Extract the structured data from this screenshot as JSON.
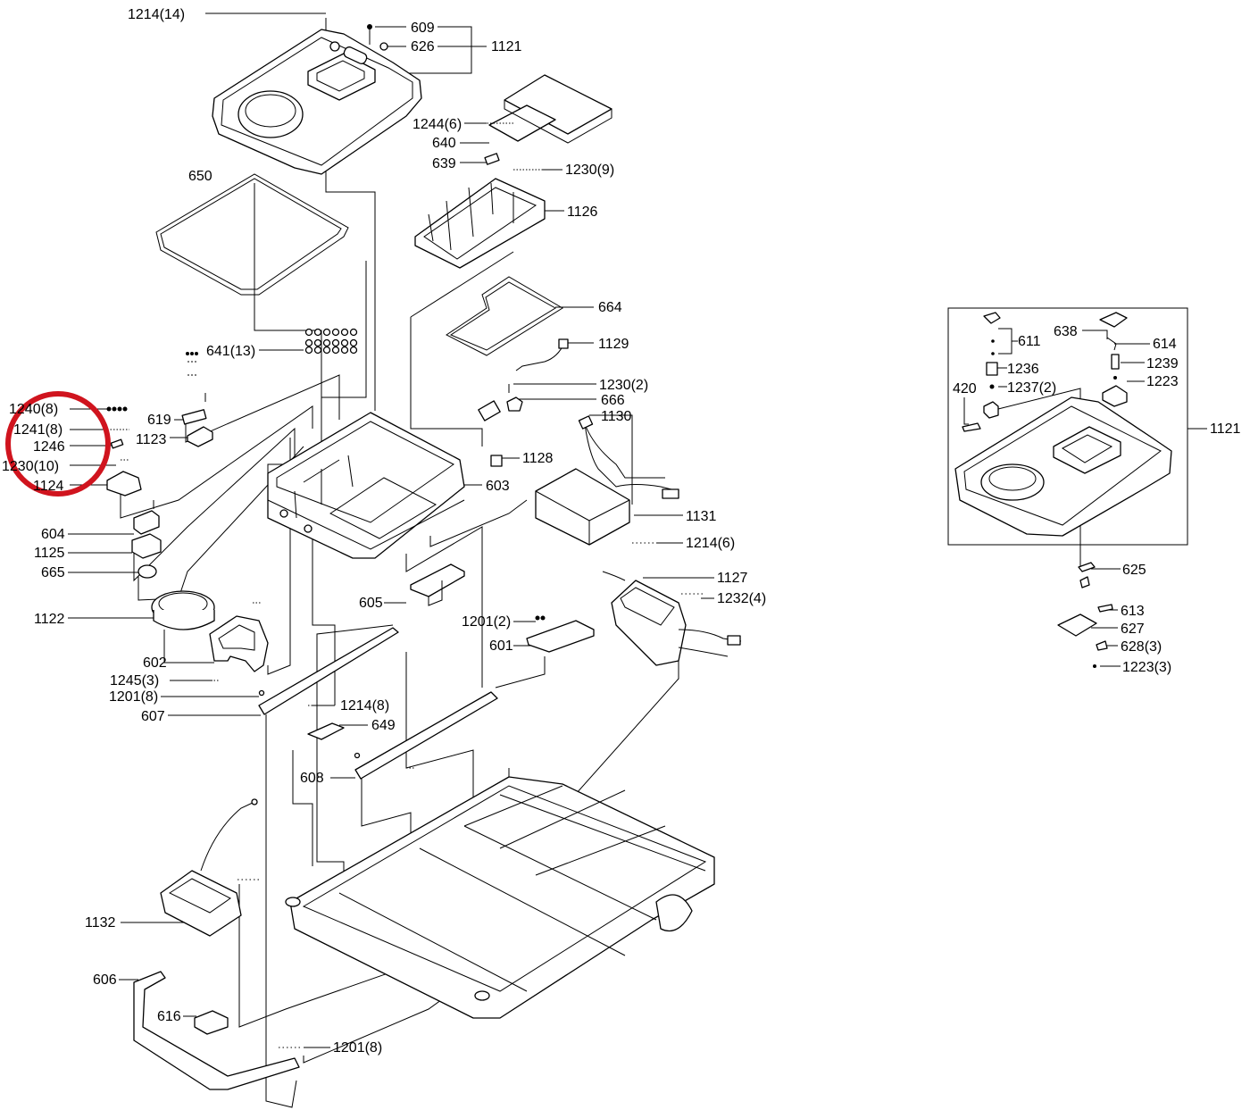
{
  "diagram": {
    "highlight_color": "#d0141e",
    "labels": [
      {
        "id": "l1214_14",
        "text": "1214(14)"
      },
      {
        "id": "l609",
        "text": "609"
      },
      {
        "id": "l626",
        "text": "626"
      },
      {
        "id": "l1121_top",
        "text": "1121"
      },
      {
        "id": "l1244_6",
        "text": "1244(6)"
      },
      {
        "id": "l640",
        "text": "640"
      },
      {
        "id": "l639",
        "text": "639"
      },
      {
        "id": "l1230_9",
        "text": "1230(9)"
      },
      {
        "id": "l1126",
        "text": "1126"
      },
      {
        "id": "l650",
        "text": "650"
      },
      {
        "id": "l664",
        "text": "664"
      },
      {
        "id": "l1129",
        "text": "1129"
      },
      {
        "id": "l641_13",
        "text": "641(13)"
      },
      {
        "id": "l1230_2",
        "text": "1230(2)"
      },
      {
        "id": "l666",
        "text": "666"
      },
      {
        "id": "l1130",
        "text": "1130"
      },
      {
        "id": "l1240_8",
        "text": "1240(8)"
      },
      {
        "id": "l1241_8",
        "text": "1241(8)"
      },
      {
        "id": "l1246",
        "text": "1246"
      },
      {
        "id": "l1230_10",
        "text": "1230(10)"
      },
      {
        "id": "l1124",
        "text": "1124"
      },
      {
        "id": "l619",
        "text": "619"
      },
      {
        "id": "l1123",
        "text": "1123"
      },
      {
        "id": "l1128",
        "text": "1128"
      },
      {
        "id": "l603",
        "text": "603"
      },
      {
        "id": "l1131",
        "text": "1131"
      },
      {
        "id": "l604",
        "text": "604"
      },
      {
        "id": "l1214_6",
        "text": "1214(6)"
      },
      {
        "id": "l1125",
        "text": "1125"
      },
      {
        "id": "l665",
        "text": "665"
      },
      {
        "id": "l1127",
        "text": "1127"
      },
      {
        "id": "l1232_4",
        "text": "1232(4)"
      },
      {
        "id": "l605",
        "text": "605"
      },
      {
        "id": "l1122",
        "text": "1122"
      },
      {
        "id": "l1201_2",
        "text": "1201(2)"
      },
      {
        "id": "l601",
        "text": "601"
      },
      {
        "id": "l602",
        "text": "602"
      },
      {
        "id": "l1245_3",
        "text": "1245(3)"
      },
      {
        "id": "l1201_8a",
        "text": "1201(8)"
      },
      {
        "id": "l1214_8",
        "text": "1214(8)"
      },
      {
        "id": "l607",
        "text": "607"
      },
      {
        "id": "l649",
        "text": "649"
      },
      {
        "id": "l608",
        "text": "608"
      },
      {
        "id": "l1132",
        "text": "1132"
      },
      {
        "id": "l606",
        "text": "606"
      },
      {
        "id": "l616",
        "text": "616"
      },
      {
        "id": "l1201_8b",
        "text": "1201(8)"
      },
      {
        "id": "l611",
        "text": "611"
      },
      {
        "id": "l638",
        "text": "638"
      },
      {
        "id": "l614",
        "text": "614"
      },
      {
        "id": "l1236",
        "text": "1236"
      },
      {
        "id": "l1239",
        "text": "1239"
      },
      {
        "id": "l420",
        "text": "420"
      },
      {
        "id": "l1237_2",
        "text": "1237(2)"
      },
      {
        "id": "l1223a",
        "text": "1223"
      },
      {
        "id": "l1121_right",
        "text": "1121"
      },
      {
        "id": "l625",
        "text": "625"
      },
      {
        "id": "l613",
        "text": "613"
      },
      {
        "id": "l627",
        "text": "627"
      },
      {
        "id": "l628_3",
        "text": "628(3)"
      },
      {
        "id": "l1223_3",
        "text": "1223(3)"
      }
    ]
  }
}
